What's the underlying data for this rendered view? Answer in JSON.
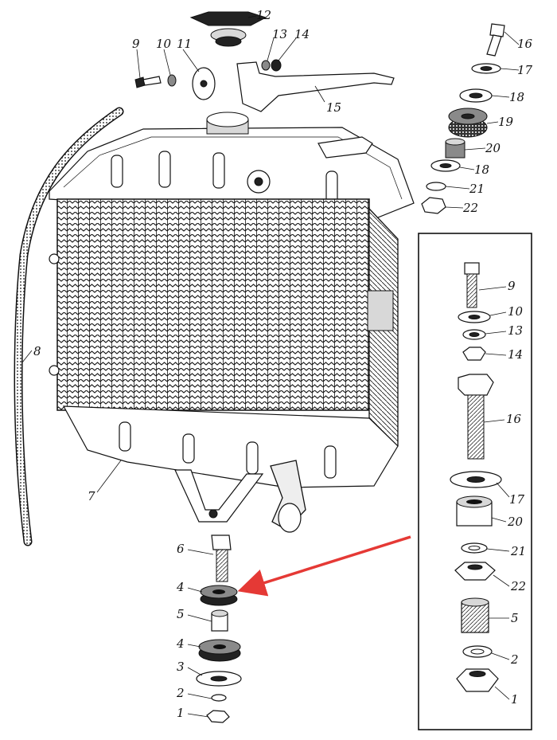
{
  "labels": {
    "main": {
      "l1": "1",
      "l2": "2",
      "l3": "3",
      "l4a": "4",
      "l4b": "4",
      "l5": "5",
      "l6": "6",
      "l7": "7",
      "l8": "8",
      "l9": "9",
      "l10": "10",
      "l11": "11",
      "l12": "12",
      "l13": "13",
      "l14": "14",
      "l15": "15",
      "l16": "16",
      "l17": "17",
      "l18a": "18",
      "l18b": "18",
      "l19": "19",
      "l20": "20",
      "l21": "21",
      "l22": "22"
    },
    "inset": {
      "i9": "9",
      "i10": "10",
      "i13": "13",
      "i14": "14",
      "i16": "16",
      "i17": "17",
      "i20": "20",
      "i21": "21",
      "i22": "22",
      "i5": "5",
      "i2": "2",
      "i1": "1"
    }
  },
  "colors": {
    "ink": "#111111",
    "arrow": "#e53935",
    "paper": "#ffffff"
  }
}
